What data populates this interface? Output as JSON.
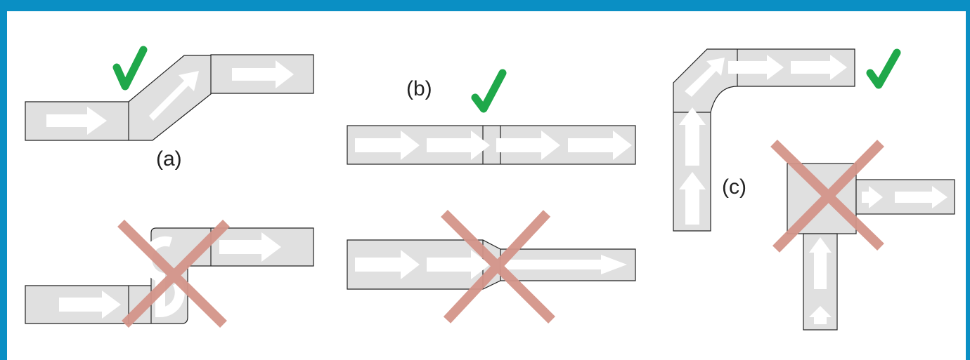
{
  "colors": {
    "border": "#0a8fc4",
    "duct_fill": "#e0e0e0",
    "duct_stroke": "#222222",
    "arrow": "#ffffff",
    "check": "#1fa84a",
    "cross": "#d4958a"
  },
  "labels": {
    "a": "(a)",
    "b": "(b)",
    "c": "(c)"
  },
  "icons": {
    "correct": "check-mark-icon",
    "incorrect": "cross-mark-icon"
  }
}
